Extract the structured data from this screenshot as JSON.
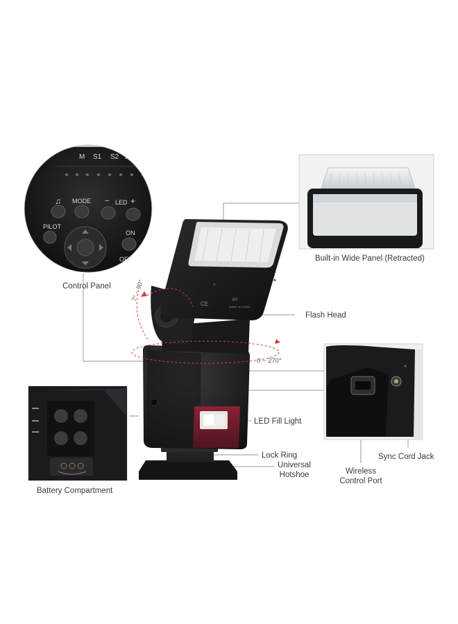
{
  "labels": {
    "control_panel": "Control Panel",
    "wide_panel": "Built-in Wide Panel (Retracted)",
    "flash_head": "Flash Head",
    "led_fill_light": "LED Fill Light",
    "lock_ring": "Lock Ring",
    "universal_hotshoe_1": "Universal",
    "universal_hotshoe_2": "Hotshoe",
    "battery_compartment": "Battery Compartment",
    "wireless_port_1": "Wireless",
    "wireless_port_2": "Control Port",
    "sync_cord_jack": "Sync Cord Jack",
    "tilt_angle": "7° ~ 90°",
    "rotate_angle": "0 ~ 270°"
  },
  "panel_text": {
    "modes": [
      "M",
      "S1",
      "S2",
      "L"
    ],
    "mode_button": "MODE",
    "led_minus": "−",
    "led_label": "LED",
    "led_plus": "+",
    "pilot": "PILOT",
    "on": "ON",
    "off": "OFF",
    "sound_icon": "♫"
  },
  "body_text": {
    "voltage": "6V",
    "made_in": "MADE IN CHINA",
    "ce": "CE"
  },
  "colors": {
    "flash_body": "#1c1c1e",
    "flash_highlight": "#3a3a3d",
    "red_window": "#7a1f2b",
    "dashed_red": "#d83a3a",
    "leader_lines": "#9a9a9a"
  }
}
